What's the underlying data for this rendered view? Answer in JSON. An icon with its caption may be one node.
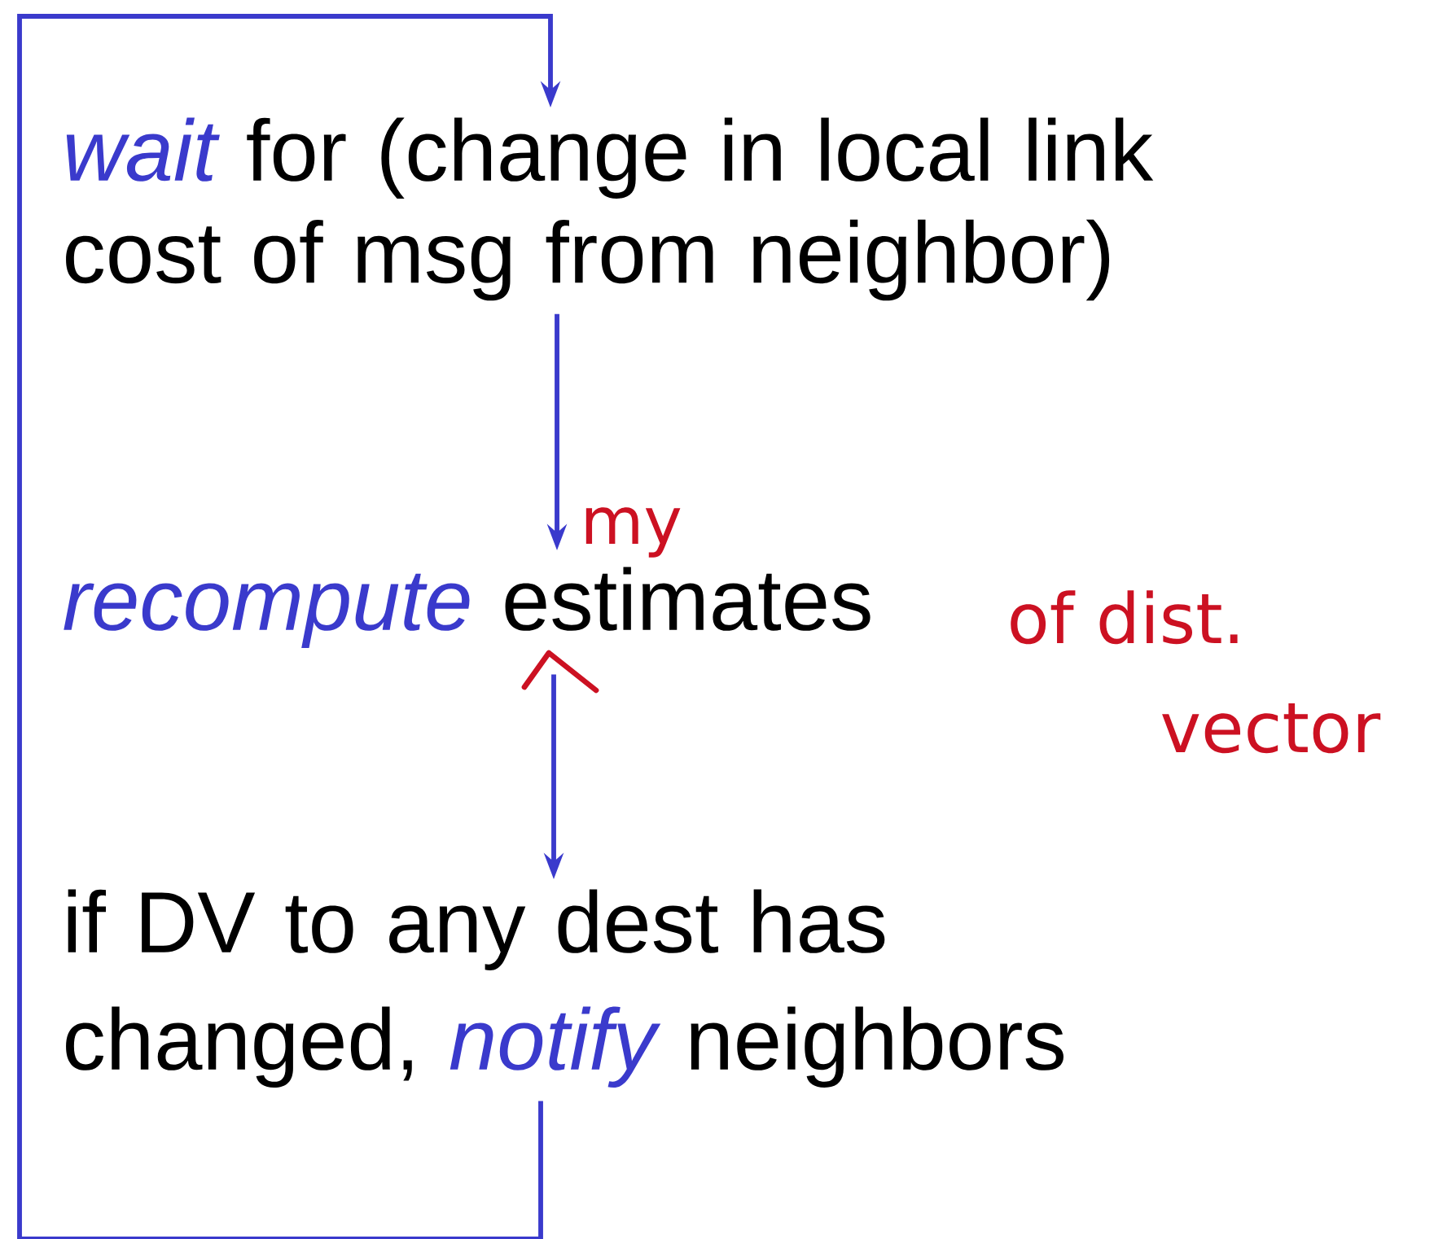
{
  "diagram": {
    "nodes": [
      {
        "text": [
          "wait",
          "for (change in local link cost of msg from neighbor)"
        ]
      },
      {
        "text": [
          "recompute",
          "estimates"
        ]
      },
      {
        "text": [
          "if DV to any dest has changed,",
          "notify",
          "neighbors"
        ]
      }
    ],
    "edges": [
      {
        "from": 0,
        "to": 1,
        "arrow": "to"
      },
      {
        "from": 1,
        "to": 2,
        "arrow": "to"
      },
      {
        "from": 2,
        "to": 0,
        "arrow": "to"
      }
    ],
    "labels": [
      "my",
      "of dist.",
      "vector"
    ]
  }
}
